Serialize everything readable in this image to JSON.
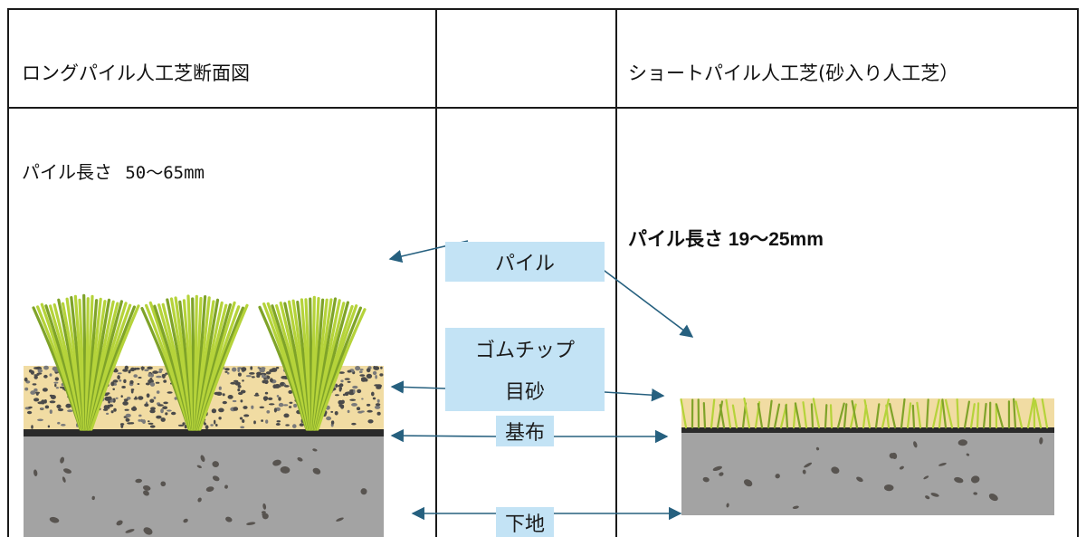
{
  "headers": {
    "left_title": "ロングパイル人工芝断面図",
    "right_title": "ショートパイル人工芝(砂入り人工芝）"
  },
  "long_pile": {
    "length_prefix": "パイル長さ",
    "length_value": "50～65mm"
  },
  "short_pile": {
    "length_text": "パイル長さ 19～25mm"
  },
  "labels": {
    "pile": "パイル",
    "rubber_chip": "ゴムチップ",
    "sand": "目砂",
    "backing": "基布",
    "base": "下地"
  },
  "colors": {
    "grass_light": "#b5d33a",
    "grass_dark": "#7fa329",
    "rubber_layer": "#f1dca3",
    "rubber_dot": "#4a4a4a",
    "backing": "#2a2a2a",
    "ground": "#a3a3a3",
    "stone": "#585450",
    "label_bg": "#c3e3f5",
    "arrow": "#26607f"
  }
}
